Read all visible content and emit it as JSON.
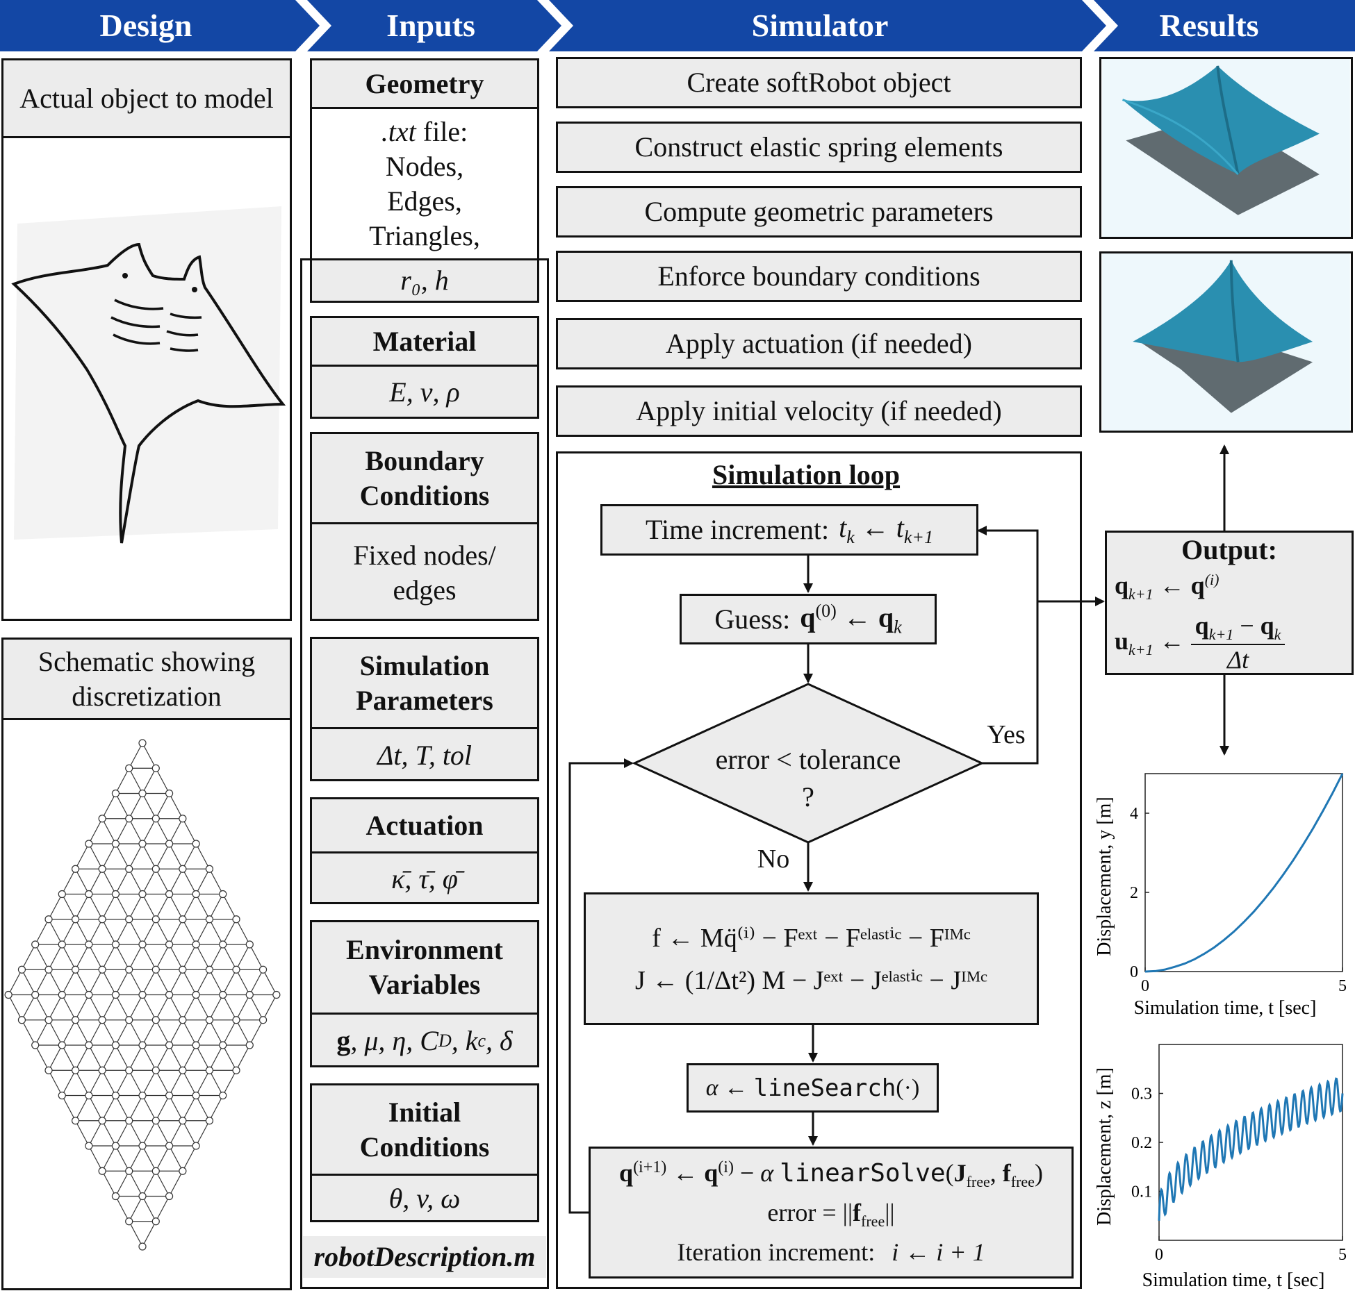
{
  "colors": {
    "header_blue": "#1347a5",
    "box_gray": "#ececec",
    "plot_blue": "#1f77b4",
    "surface_teal": "#2a8fb0"
  },
  "headers": [
    "Design",
    "Inputs",
    "Simulator",
    "Results"
  ],
  "design": {
    "box1_title": "Actual object to model",
    "box1_icon": "manta-ray-drawing",
    "box2_title": "Schematic showing discretization",
    "box2_icon": "triangular-mesh-rhombus"
  },
  "inputs": {
    "geometry": {
      "title": "Geometry",
      "line1_ext": ".txt",
      "line1_rest": " file:",
      "line2": "Nodes,",
      "line3": "Edges,",
      "line4": "Triangles,",
      "params": "r₀, h"
    },
    "material": {
      "title": "Material",
      "params": "E, ν, ρ"
    },
    "boundary": {
      "title1": "Boundary",
      "title2": "Conditions",
      "line1": "Fixed nodes/",
      "line2": "edges"
    },
    "simparams": {
      "title1": "Simulation",
      "title2": "Parameters",
      "params": "Δt, T, tol"
    },
    "actuation": {
      "title": "Actuation",
      "params": "κ̄, τ̄, φ̄"
    },
    "environment": {
      "title1": "Environment",
      "title2": "Variables",
      "params_bold": "g",
      "params": ", μ, η, C",
      "sub_d": "D",
      "params2": ", k",
      "sub_c": "c",
      "params3": ", δ"
    },
    "initial": {
      "title1": "Initial",
      "title2": "Conditions",
      "params": "θ, v, ω"
    },
    "footer": "robotDescription.m"
  },
  "simulator": {
    "steps": [
      "Create softRobot object",
      "Construct elastic spring elements",
      "Compute geometric parameters",
      "Enforce boundary conditions",
      "Apply actuation (if needed)",
      "Apply initial velocity (if needed)"
    ],
    "loop_title": "Simulation loop",
    "time_increment": "Time increment:",
    "time_increment_math": "t_k ← t_{k+1}",
    "guess": "Guess:",
    "decision_line1": "error < tolerance",
    "decision_line2": "?",
    "yes": "Yes",
    "no": "No",
    "force_f": "f ← Mq̈⁽ⁱ⁾ − Fᵉˣᵗ − Fᵉˡᵃˢᵗⁱᶜ − Fᴵᴹᶜ",
    "force_j": "J ← (1/Δt²) M − Jᵉˣᵗ − Jᵉˡᵃˢᵗⁱᶜ − Jᴵᴹᶜ",
    "line_search_fn": "lineSearch",
    "linear_solve_fn": "linearSolve",
    "error_label": "error",
    "iteration_increment": "Iteration increment:",
    "iteration_math": "i ← i + 1"
  },
  "results": {
    "output_title": "Output:",
    "plot1": {
      "ylabel": "Displacement, y [m]",
      "xlabel": "Simulation time, t [sec]"
    },
    "plot2": {
      "ylabel": "Displacement, z [m]",
      "xlabel": "Simulation time, t [sec]"
    }
  },
  "chart_data": [
    {
      "type": "line",
      "xlabel": "Simulation time, t [sec]",
      "ylabel": "Displacement, y [m]",
      "xlim": [
        0,
        5
      ],
      "ylim": [
        0,
        5
      ],
      "xticks": [
        0,
        5
      ],
      "yticks": [
        0,
        2,
        4
      ],
      "x": [
        0,
        0.25,
        0.5,
        0.75,
        1,
        1.25,
        1.5,
        1.75,
        2,
        2.25,
        2.5,
        2.75,
        3,
        3.25,
        3.5,
        3.75,
        4,
        4.25,
        4.5,
        4.75,
        5
      ],
      "series": [
        {
          "values": [
            0,
            0.01,
            0.05,
            0.12,
            0.2,
            0.31,
            0.45,
            0.61,
            0.8,
            1.01,
            1.25,
            1.51,
            1.8,
            2.11,
            2.45,
            2.81,
            3.2,
            3.61,
            4.05,
            4.51,
            5.0
          ]
        }
      ]
    },
    {
      "type": "line",
      "xlabel": "Simulation time, t [sec]",
      "ylabel": "Displacement, z [m]",
      "xlim": [
        0,
        5
      ],
      "ylim": [
        0,
        0.4
      ],
      "xticks": [
        0,
        5
      ],
      "yticks": [
        0.1,
        0.2,
        0.3
      ],
      "base_start": 0.04,
      "base_end": 0.3,
      "amplitude": 0.035,
      "oscillations": 22,
      "series": [
        {
          "values": [
            0.04,
            0.07,
            0.09,
            0.11,
            0.13,
            0.15,
            0.17,
            0.19,
            0.21,
            0.22,
            0.24,
            0.25,
            0.26,
            0.27,
            0.28,
            0.29,
            0.3,
            0.31,
            0.32,
            0.33,
            0.34
          ]
        }
      ]
    }
  ]
}
